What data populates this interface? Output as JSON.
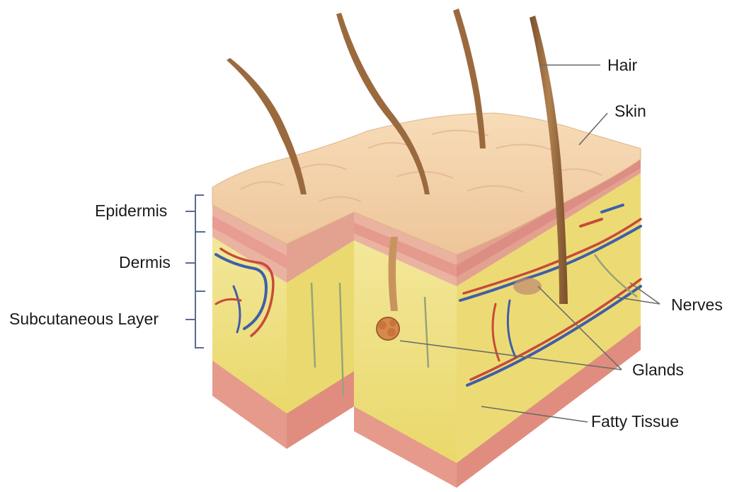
{
  "diagram": {
    "labels": {
      "hair": "Hair",
      "skin": "Skin",
      "epidermis": "Epidermis",
      "dermis": "Dermis",
      "subcutaneous": "Subcutaneous Layer",
      "nerves": "Nerves",
      "glands": "Glands",
      "fatty_tissue": "Fatty Tissue"
    },
    "colors": {
      "epidermis_top": "#f3d4aa",
      "epidermis_side": "#e8a89a",
      "dermis": "#efe6a8",
      "fat": "#f0e27c",
      "fat_base": "#e4958a",
      "hair": "#9a6a3e",
      "artery": "#c84a3a",
      "vein": "#3f5fa8",
      "gland": "#c8743c",
      "leader_line": "#6b6b6b",
      "bracket": "#5a6a96"
    }
  }
}
